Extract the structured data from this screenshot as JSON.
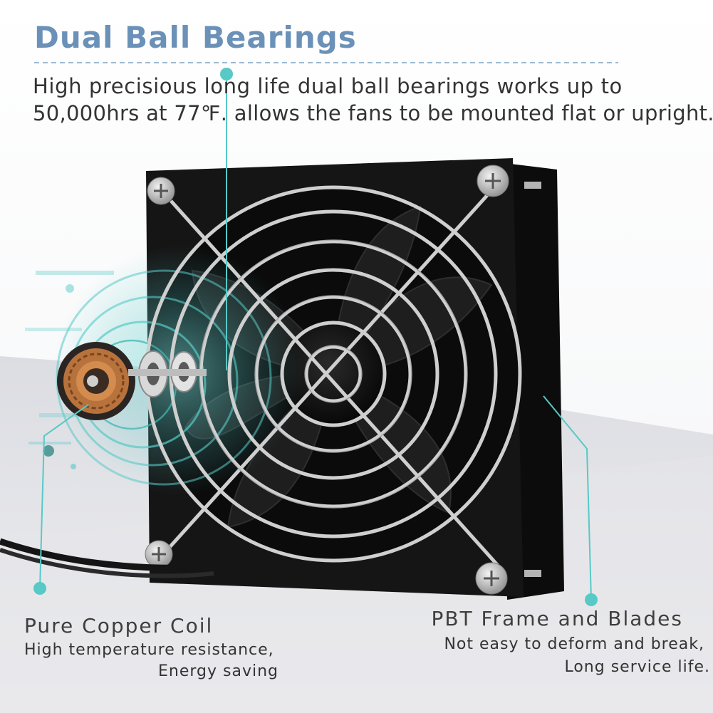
{
  "headline": {
    "title": "Dual Ball Bearings",
    "line1": "High precisious long life dual ball bearings works up to",
    "line2": "50,000hrs at 77℉. allows the fans to be mounted flat or upright."
  },
  "copper_coil": {
    "title": "Pure Copper Coil",
    "line1": "High temperature resistance,",
    "line2": "Energy saving"
  },
  "pbt_frame": {
    "title": "PBT Frame and Blades",
    "line1": "Not easy to deform and break,",
    "line2": "Long service life."
  },
  "colors": {
    "title_blue": "#6b91b8",
    "accent_cyan": "#57c9c6",
    "frame_black": "#141414",
    "guard_silver": "#c8c8c8",
    "copper": "#b8733c",
    "floor_grey": "#d4d4d8"
  },
  "icons": [
    "fan-icon",
    "wire-guard-icon",
    "copper-coil-icon",
    "ball-bearing-icon",
    "screw-icon"
  ]
}
